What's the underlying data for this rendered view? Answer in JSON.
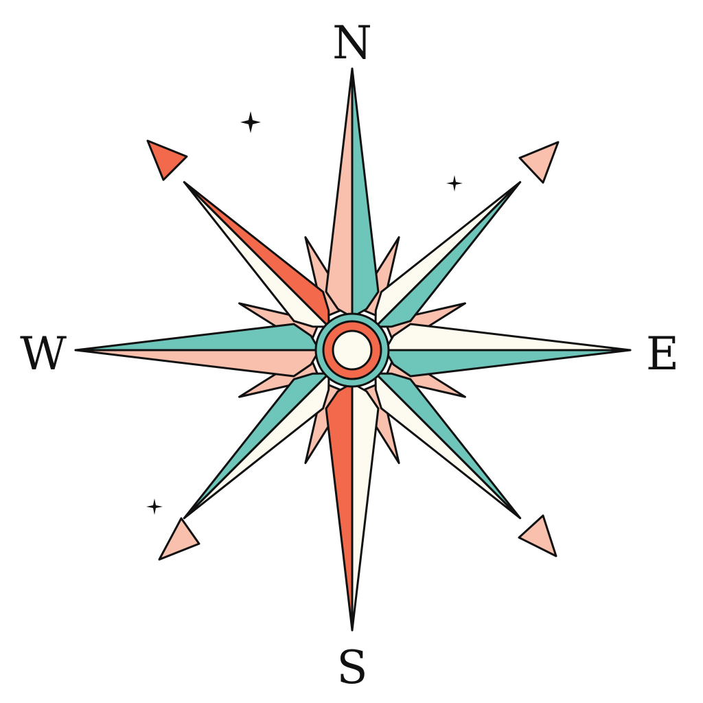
{
  "labels": {
    "north": "N",
    "east": "E",
    "south": "S",
    "west": "W"
  },
  "colors": {
    "coral": "#F26A4B",
    "salmon": "#F9C0AE",
    "teal": "#6EC5BA",
    "cream": "#FDFBF0",
    "outline": "#111111"
  }
}
